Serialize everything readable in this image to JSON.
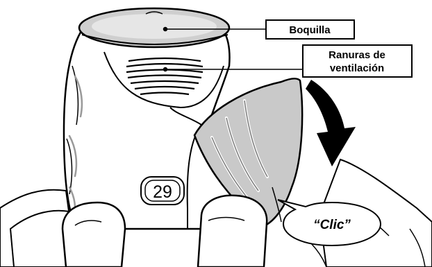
{
  "labels": {
    "mouthpiece": "Boquilla",
    "vents_line1": "Ranuras de",
    "vents_line2": "ventilación",
    "click": "“Clic”"
  },
  "dose_counter": "29",
  "icons": [
    "inhaler-body-icon",
    "mouthpiece-cover-icon",
    "rotation-arrow-icon",
    "hand-icon"
  ],
  "colors": {
    "body_fill": "#ffffff",
    "cover_fill": "#c9c9c9",
    "mouthpiece_fill": "#d2d2d2",
    "arrow_fill": "#000000",
    "outline": "#000000"
  }
}
